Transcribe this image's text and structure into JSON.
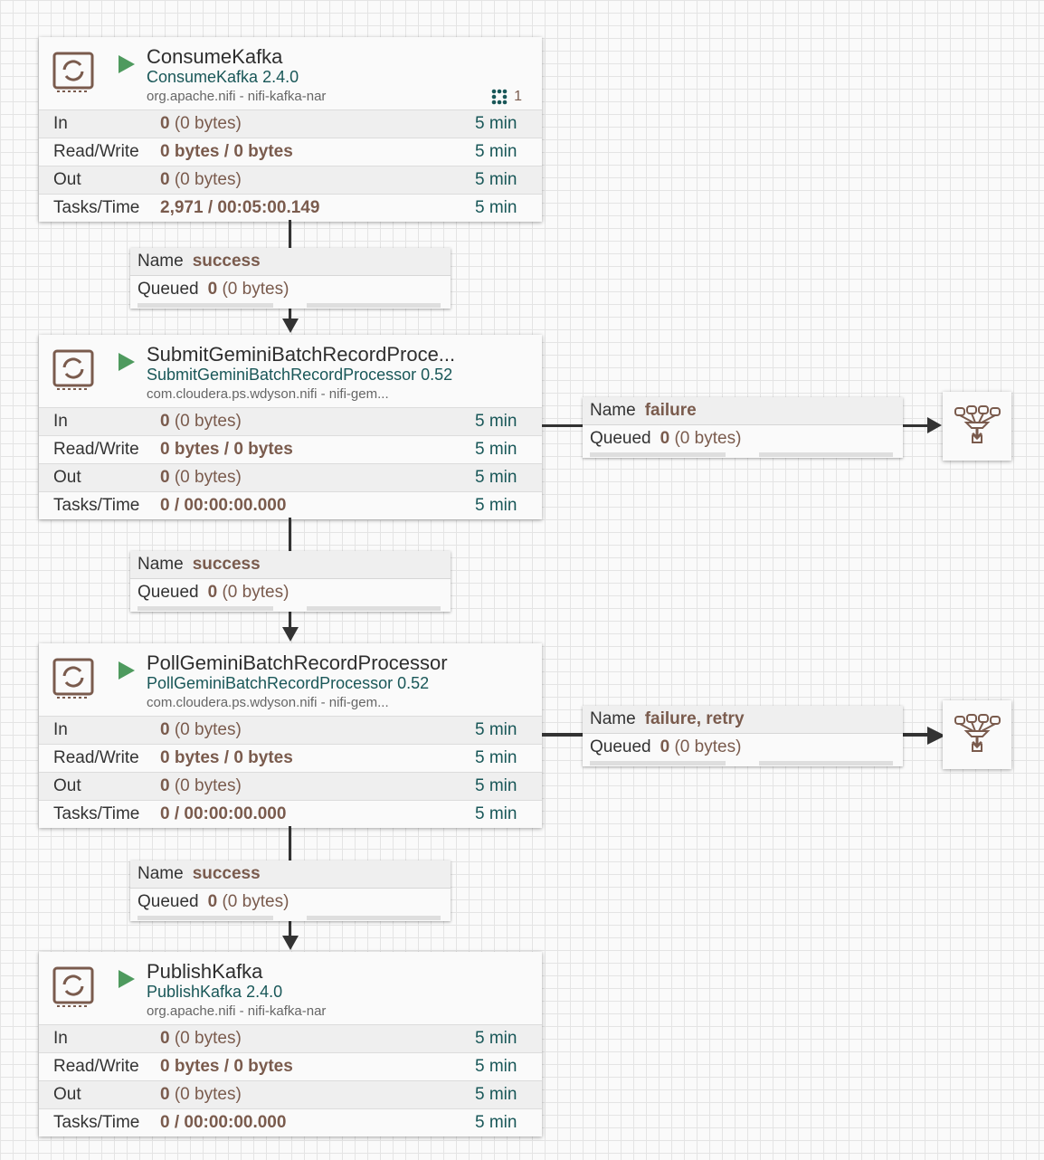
{
  "processors": [
    {
      "title": "ConsumeKafka",
      "type": "ConsumeKafka 2.4.0",
      "bundle": "org.apache.nifi - nifi-kafka-nar",
      "threads": "1",
      "stats": [
        {
          "label": "In",
          "value_bold": "0",
          "value_rest": " (0 bytes)",
          "time": "5 min"
        },
        {
          "label": "Read/Write",
          "value_bold": "0 bytes / 0 bytes",
          "value_rest": "",
          "time": "5 min"
        },
        {
          "label": "Out",
          "value_bold": "0",
          "value_rest": " (0 bytes)",
          "time": "5 min"
        },
        {
          "label": "Tasks/Time",
          "value_bold": "2,971 / 00:05:00.149",
          "value_rest": "",
          "time": "5 min"
        }
      ]
    },
    {
      "title": "SubmitGeminiBatchRecordProce...",
      "type": "SubmitGeminiBatchRecordProcessor 0.52",
      "bundle": "com.cloudera.ps.wdyson.nifi - nifi-gem...",
      "stats": [
        {
          "label": "In",
          "value_bold": "0",
          "value_rest": " (0 bytes)",
          "time": "5 min"
        },
        {
          "label": "Read/Write",
          "value_bold": "0 bytes / 0 bytes",
          "value_rest": "",
          "time": "5 min"
        },
        {
          "label": "Out",
          "value_bold": "0",
          "value_rest": " (0 bytes)",
          "time": "5 min"
        },
        {
          "label": "Tasks/Time",
          "value_bold": "0 / 00:00:00.000",
          "value_rest": "",
          "time": "5 min"
        }
      ]
    },
    {
      "title": "PollGeminiBatchRecordProcessor",
      "type": "PollGeminiBatchRecordProcessor 0.52",
      "bundle": "com.cloudera.ps.wdyson.nifi - nifi-gem...",
      "stats": [
        {
          "label": "In",
          "value_bold": "0",
          "value_rest": " (0 bytes)",
          "time": "5 min"
        },
        {
          "label": "Read/Write",
          "value_bold": "0 bytes / 0 bytes",
          "value_rest": "",
          "time": "5 min"
        },
        {
          "label": "Out",
          "value_bold": "0",
          "value_rest": " (0 bytes)",
          "time": "5 min"
        },
        {
          "label": "Tasks/Time",
          "value_bold": "0 / 00:00:00.000",
          "value_rest": "",
          "time": "5 min"
        }
      ]
    },
    {
      "title": "PublishKafka",
      "type": "PublishKafka 2.4.0",
      "bundle": "org.apache.nifi - nifi-kafka-nar",
      "stats": [
        {
          "label": "In",
          "value_bold": "0",
          "value_rest": " (0 bytes)",
          "time": "5 min"
        },
        {
          "label": "Read/Write",
          "value_bold": "0 bytes / 0 bytes",
          "value_rest": "",
          "time": "5 min"
        },
        {
          "label": "Out",
          "value_bold": "0",
          "value_rest": " (0 bytes)",
          "time": "5 min"
        },
        {
          "label": "Tasks/Time",
          "value_bold": "0 / 00:00:00.000",
          "value_rest": "",
          "time": "5 min"
        }
      ]
    }
  ],
  "connections": [
    {
      "name_label": "Name",
      "name": "success",
      "queued_label": "Queued",
      "queued_bold": "0",
      "queued_rest": " (0 bytes)"
    },
    {
      "name_label": "Name",
      "name": "success",
      "queued_label": "Queued",
      "queued_bold": "0",
      "queued_rest": " (0 bytes)"
    },
    {
      "name_label": "Name",
      "name": "success",
      "queued_label": "Queued",
      "queued_bold": "0",
      "queued_rest": " (0 bytes)"
    },
    {
      "name_label": "Name",
      "name": "failure",
      "queued_label": "Queued",
      "queued_bold": "0",
      "queued_rest": " (0 bytes)"
    },
    {
      "name_label": "Name",
      "name": "failure, retry",
      "queued_label": "Queued",
      "queued_bold": "0",
      "queued_rest": " (0 bytes)"
    }
  ],
  "colors": {
    "accent": "#7a5b4d",
    "type_text": "#195758",
    "running": "#4e9a5e"
  }
}
